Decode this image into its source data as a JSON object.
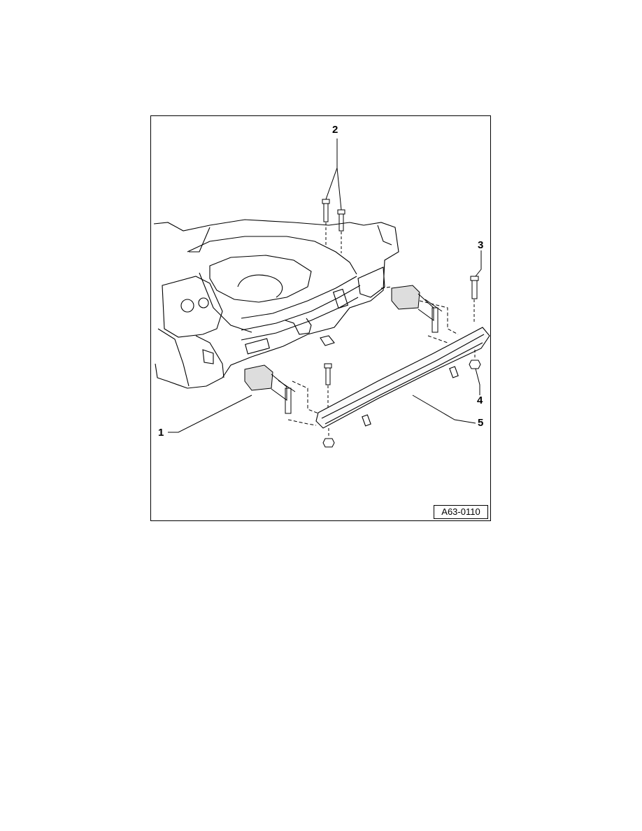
{
  "figure": {
    "callouts": {
      "c1": "1",
      "c2": "2",
      "c3": "3",
      "c4": "4",
      "c5": "5"
    },
    "id": "A63-0110"
  }
}
